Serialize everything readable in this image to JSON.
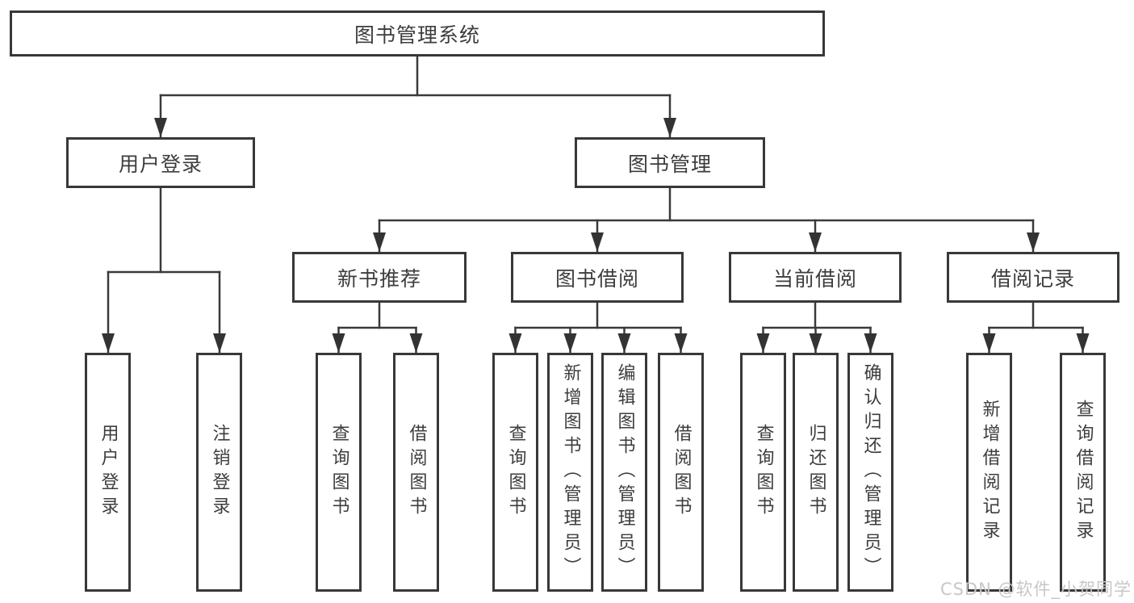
{
  "tree": {
    "label": "图书管理系统",
    "children": [
      {
        "label": "用户登录",
        "children": [
          {
            "label": "用户登录"
          },
          {
            "label": "注销登录"
          }
        ]
      },
      {
        "label": "图书管理",
        "children": [
          {
            "label": "新书推荐",
            "children": [
              {
                "label": "查询图书"
              },
              {
                "label": "借阅图书"
              }
            ]
          },
          {
            "label": "图书借阅",
            "children": [
              {
                "label": "查询图书"
              },
              {
                "label": "新增图书（管理员）"
              },
              {
                "label": "编辑图书（管理员）"
              },
              {
                "label": "借阅图书"
              }
            ]
          },
          {
            "label": "当前借阅",
            "children": [
              {
                "label": "查询图书"
              },
              {
                "label": "归还图书"
              },
              {
                "label": "确认归还（管理员）"
              }
            ]
          },
          {
            "label": "借阅记录",
            "children": [
              {
                "label": "新增借阅记录"
              },
              {
                "label": "查询借阅记录"
              }
            ]
          }
        ]
      }
    ]
  },
  "watermark": "CSDN @软件_小贺同学",
  "colors": {
    "line": "#3a3a3a",
    "box_border": "#383838",
    "text": "#3d3d3d",
    "watermark": "#c7c7c7"
  }
}
